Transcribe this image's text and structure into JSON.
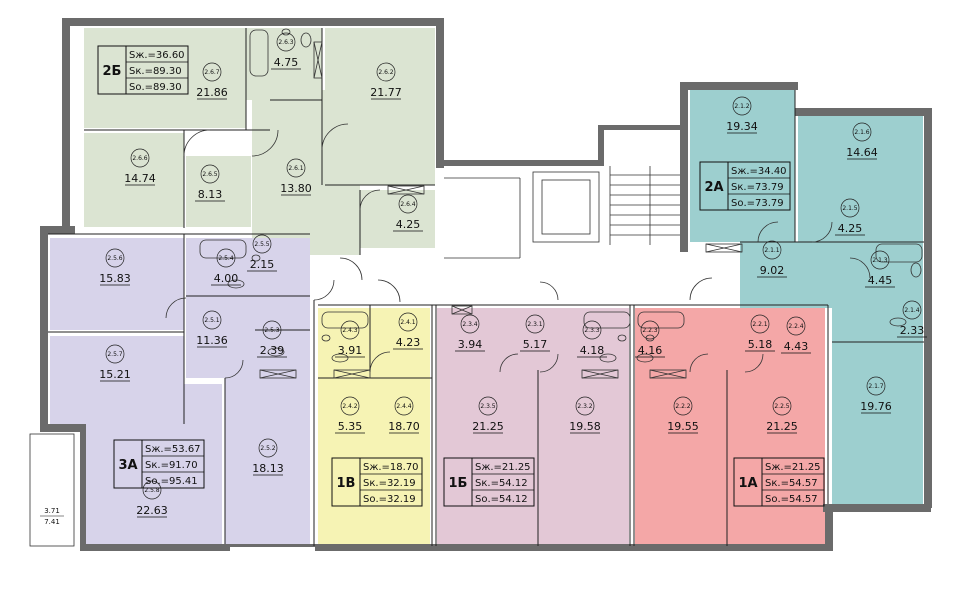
{
  "colors": {
    "green": "#dbe4d2",
    "purple": "#d7d3ea",
    "yellow": "#f6f3b4",
    "pink": "#e3c8d6",
    "red": "#f4a7a7",
    "teal": "#9dcfcf",
    "white": "#ffffff"
  },
  "rooms": [
    {
      "code": "2.6.7",
      "area": "21.86"
    },
    {
      "code": "2.6.3",
      "area": "4.75"
    },
    {
      "code": "2.6.2",
      "area": "21.77"
    },
    {
      "code": "2.6.6",
      "area": "14.74"
    },
    {
      "code": "2.6.5",
      "area": "8.13"
    },
    {
      "code": "2.6.1",
      "area": "13.80"
    },
    {
      "code": "2.6.4",
      "area": "4.25"
    },
    {
      "code": "2.5.6",
      "area": "15.83"
    },
    {
      "code": "2.5.4",
      "area": "4.00"
    },
    {
      "code": "2.5.5",
      "area": "2.15"
    },
    {
      "code": "2.5.1",
      "area": "11.36"
    },
    {
      "code": "2.5.3",
      "area": "2.39"
    },
    {
      "code": "2.5.7",
      "area": "15.21"
    },
    {
      "code": "2.5.2",
      "area": "18.13"
    },
    {
      "code": "2.5.8",
      "area": "22.63"
    },
    {
      "code": "2.4.3",
      "area": "3.91"
    },
    {
      "code": "2.4.1",
      "area": "4.23"
    },
    {
      "code": "2.4.2",
      "area": "5.35"
    },
    {
      "code": "2.4.4",
      "area": "18.70"
    },
    {
      "code": "2.3.4",
      "area": "3.94"
    },
    {
      "code": "2.3.1",
      "area": "5.17"
    },
    {
      "code": "2.3.3",
      "area": "4.18"
    },
    {
      "code": "2.3.5",
      "area": "21.25"
    },
    {
      "code": "2.3.2",
      "area": "19.58"
    },
    {
      "code": "2.2.3",
      "area": "4.16"
    },
    {
      "code": "2.2.1",
      "area": "5.18"
    },
    {
      "code": "2.2.4",
      "area": "4.43"
    },
    {
      "code": "2.2.2",
      "area": "19.55"
    },
    {
      "code": "2.2.5",
      "area": "21.25"
    },
    {
      "code": "2.1.2",
      "area": "19.34"
    },
    {
      "code": "2.1.6",
      "area": "14.64"
    },
    {
      "code": "2.1.5",
      "area": "4.25"
    },
    {
      "code": "2.1.1",
      "area": "9.02"
    },
    {
      "code": "2.1.3",
      "area": "4.45"
    },
    {
      "code": "2.1.4",
      "area": "2.33"
    },
    {
      "code": "2.1.7",
      "area": "19.76"
    }
  ],
  "apartments": [
    {
      "name": "2Б",
      "sz": "Sж.=36.60",
      "sk": "Sк.=89.30",
      "so": "Sо.=89.30"
    },
    {
      "name": "2А",
      "sz": "Sж.=34.40",
      "sk": "Sк.=73.79",
      "so": "Sо.=73.79"
    },
    {
      "name": "3А",
      "sz": "Sж.=53.67",
      "sk": "Sк.=91.70",
      "so": "Sо.=95.41"
    },
    {
      "name": "1В",
      "sz": "Sж.=18.70",
      "sk": "Sк.=32.19",
      "so": "Sо.=32.19"
    },
    {
      "name": "1Б",
      "sz": "Sж.=21.25",
      "sk": "Sк.=54.12",
      "so": "Sо.=54.12"
    },
    {
      "name": "1А",
      "sz": "Sж.=21.25",
      "sk": "Sк.=54.57",
      "so": "Sо.=54.57"
    }
  ],
  "balcony": {
    "top": "3.71",
    "bottom": "7.41"
  }
}
